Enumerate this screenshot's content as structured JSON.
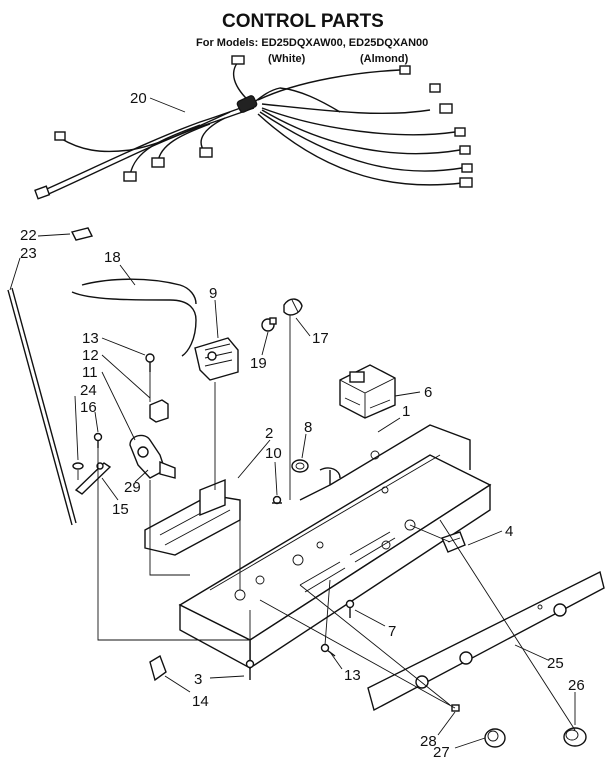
{
  "header": {
    "title": "CONTROL PARTS",
    "models_line": "For Models: ED25DQXAW00, ED25DQXAN00",
    "white_label": "(White)",
    "almond_label": "(Almond)"
  },
  "callouts": {
    "c1": "1",
    "c2": "2",
    "c3": "3",
    "c4": "4",
    "c6": "6",
    "c7": "7",
    "c8": "8",
    "c9": "9",
    "c10": "10",
    "c11": "11",
    "c12": "12",
    "c13a": "13",
    "c13b": "13",
    "c14": "14",
    "c15": "15",
    "c16": "16",
    "c17": "17",
    "c18": "18",
    "c19": "19",
    "c20": "20",
    "c22": "22",
    "c23": "23",
    "c24": "24",
    "c25": "25",
    "c26": "26",
    "c27": "27",
    "c28": "28",
    "c29": "29"
  }
}
